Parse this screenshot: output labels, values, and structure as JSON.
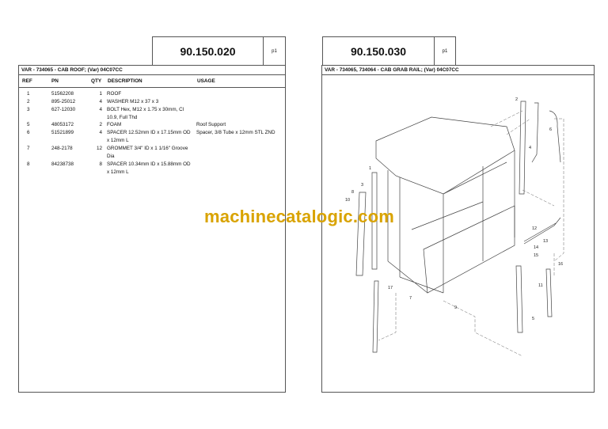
{
  "left_page": {
    "section_number": "90.150.020",
    "page_label": "p1",
    "variant_title": "VAR - 734065 - CAB ROOF; (Var) 04C07CC",
    "columns": [
      "REF",
      "PN",
      "QTY",
      "DESCRIPTION",
      "USAGE"
    ],
    "rows": [
      {
        "ref": "1",
        "pn": "51562208",
        "qty": "1",
        "description": "ROOF",
        "usage": ""
      },
      {
        "ref": "2",
        "pn": "895-25012",
        "qty": "4",
        "description": "WASHER M12 x 37 x 3",
        "usage": ""
      },
      {
        "ref": "3",
        "pn": "627-12030",
        "qty": "4",
        "description": "BOLT Hex, M12 x 1.75 x 30mm, Cl 10.9, Full Thd",
        "usage": ""
      },
      {
        "ref": "5",
        "pn": "48053172",
        "qty": "2",
        "description": "FOAM",
        "usage": "Roof Support"
      },
      {
        "ref": "6",
        "pn": "51521899",
        "qty": "4",
        "description": "SPACER 12.52mm ID x 17.15mm OD x 12mm L",
        "usage": "Spacer, 3/8 Tube x 12mm STL ZND"
      },
      {
        "ref": "7",
        "pn": "248-2178",
        "qty": "12",
        "description": "GROMMET 3/4\" ID x 1 1/16\" Groove Dia",
        "usage": ""
      },
      {
        "ref": "8",
        "pn": "84238738",
        "qty": "8",
        "description": "SPACER 10.34mm ID x 15.88mm OD x 12mm L",
        "usage": ""
      }
    ]
  },
  "right_page": {
    "section_number": "90.150.030",
    "page_label": "p1",
    "variant_title": "VAR - 734065, 734064 - CAB GRAB RAIL; (Var) 04C07CC",
    "callouts": [
      "1",
      "2",
      "3",
      "4",
      "5",
      "6",
      "7",
      "8",
      "9",
      "10",
      "11",
      "12",
      "13",
      "14",
      "15",
      "16",
      "17"
    ]
  },
  "watermark": "machinecatalogic.com",
  "colors": {
    "watermark": "#d9a300",
    "border": "#555555"
  }
}
